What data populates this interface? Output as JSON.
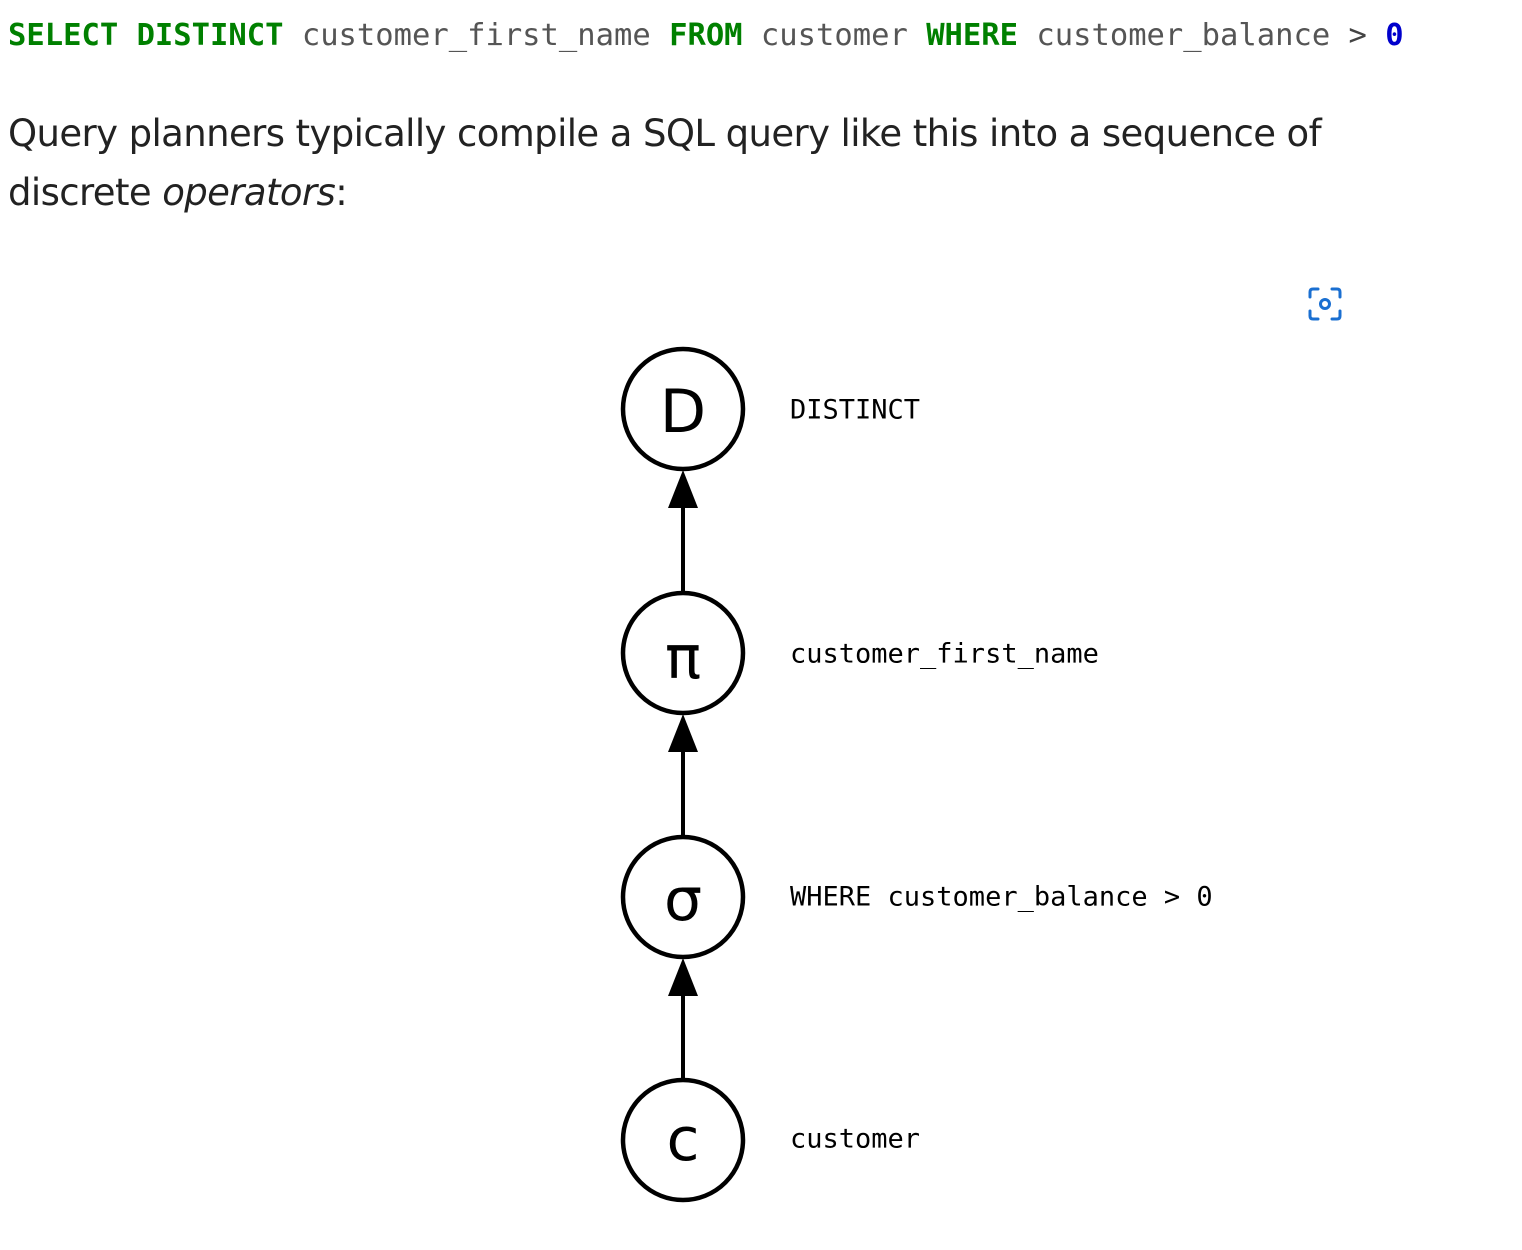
{
  "code": {
    "tokens": [
      {
        "text": "SELECT",
        "kind": "kw"
      },
      {
        "text": " ",
        "kind": "plain"
      },
      {
        "text": "DISTINCT",
        "kind": "kw"
      },
      {
        "text": " customer_first_name ",
        "kind": "plain"
      },
      {
        "text": "FROM",
        "kind": "kw"
      },
      {
        "text": " customer ",
        "kind": "plain"
      },
      {
        "text": "WHERE",
        "kind": "kw"
      },
      {
        "text": " customer_balance ",
        "kind": "plain"
      },
      {
        "text": ">",
        "kind": "op"
      },
      {
        "text": " ",
        "kind": "plain"
      },
      {
        "text": "0",
        "kind": "num"
      }
    ]
  },
  "prose": {
    "before": "Query planners typically compile a SQL query like this into a sequence of discrete ",
    "emphasis": "operators",
    "after": ":"
  },
  "zoom_button": {
    "icon": "focus-zoom-icon",
    "color": "#1a6fd1"
  },
  "diagram": {
    "nodes": [
      {
        "symbol": "D",
        "label": "DISTINCT"
      },
      {
        "symbol": "π",
        "label": "customer_first_name"
      },
      {
        "symbol": "σ",
        "label": "WHERE customer_balance > 0"
      },
      {
        "symbol": "c",
        "label": "customer"
      }
    ]
  }
}
